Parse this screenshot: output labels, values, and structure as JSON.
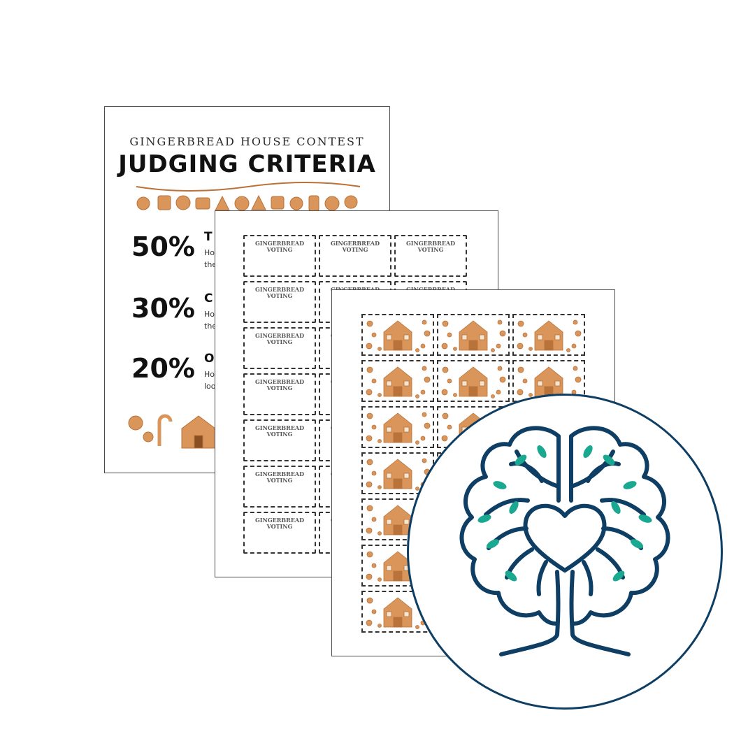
{
  "criteria_sheet": {
    "subtitle": "GINGERBREAD HOUSE CONTEST",
    "title": "JUDGING CRITERIA",
    "criteria": [
      {
        "percent": "50%",
        "heading": "T",
        "text": "Ho\nthe"
      },
      {
        "percent": "30%",
        "heading": "C",
        "text": "Ho\nthe"
      },
      {
        "percent": "20%",
        "heading": "O",
        "text": "Ho\nloo"
      }
    ]
  },
  "voting_sheet": {
    "card_label_line1": "GINGERBREAD",
    "card_label_line2": "VOTING"
  },
  "colors": {
    "gingerbread": "#d9955a",
    "gingerbread_dark": "#b8723a",
    "logo_navy": "#0e3e63",
    "logo_teal": "#1ba891"
  },
  "icons": {
    "garland": "gingerbread-garland-icon",
    "house": "gingerbread-house-icon",
    "logo": "tree-brain-heart-logo-icon"
  }
}
